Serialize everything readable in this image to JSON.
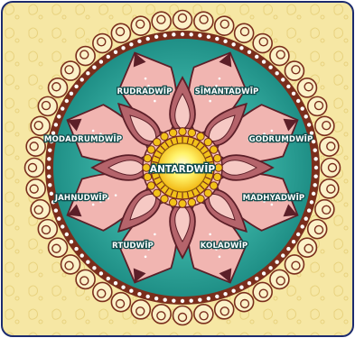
{
  "title": "",
  "center": {
    "label": "ANTARDWĪP"
  },
  "islands": [
    {
      "key": "rudradwip",
      "label": "RUDRADWĪP"
    },
    {
      "key": "simantadwip",
      "label": "SĪMANTADWĪP"
    },
    {
      "key": "modadrumdwip",
      "label": "MODADRUMDWĪP"
    },
    {
      "key": "godrumdwip",
      "label": "GODRUMDWĪP"
    },
    {
      "key": "jahnudwip",
      "label": "JAHNUDWĪP"
    },
    {
      "key": "madhyadwip",
      "label": "MADHYADWĪP"
    },
    {
      "key": "rtudwip",
      "label": "RTUDWĪP"
    },
    {
      "key": "koladwip",
      "label": "KOLADWĪP"
    }
  ],
  "colors": {
    "background": "#f6e7a4",
    "frame_border": "#1c2b6e",
    "ring_lace": "#7a2e1c",
    "water": "#2fa59a",
    "water_light": "#7fd6c6",
    "outer_petal": "#f1b5b1",
    "inner_petal": "#b5646b",
    "petal_outline": "#5c1f28",
    "center_gold": "#f2c21a",
    "center_yellow": "#fff36a",
    "label_outline": "#0f4a4a"
  }
}
